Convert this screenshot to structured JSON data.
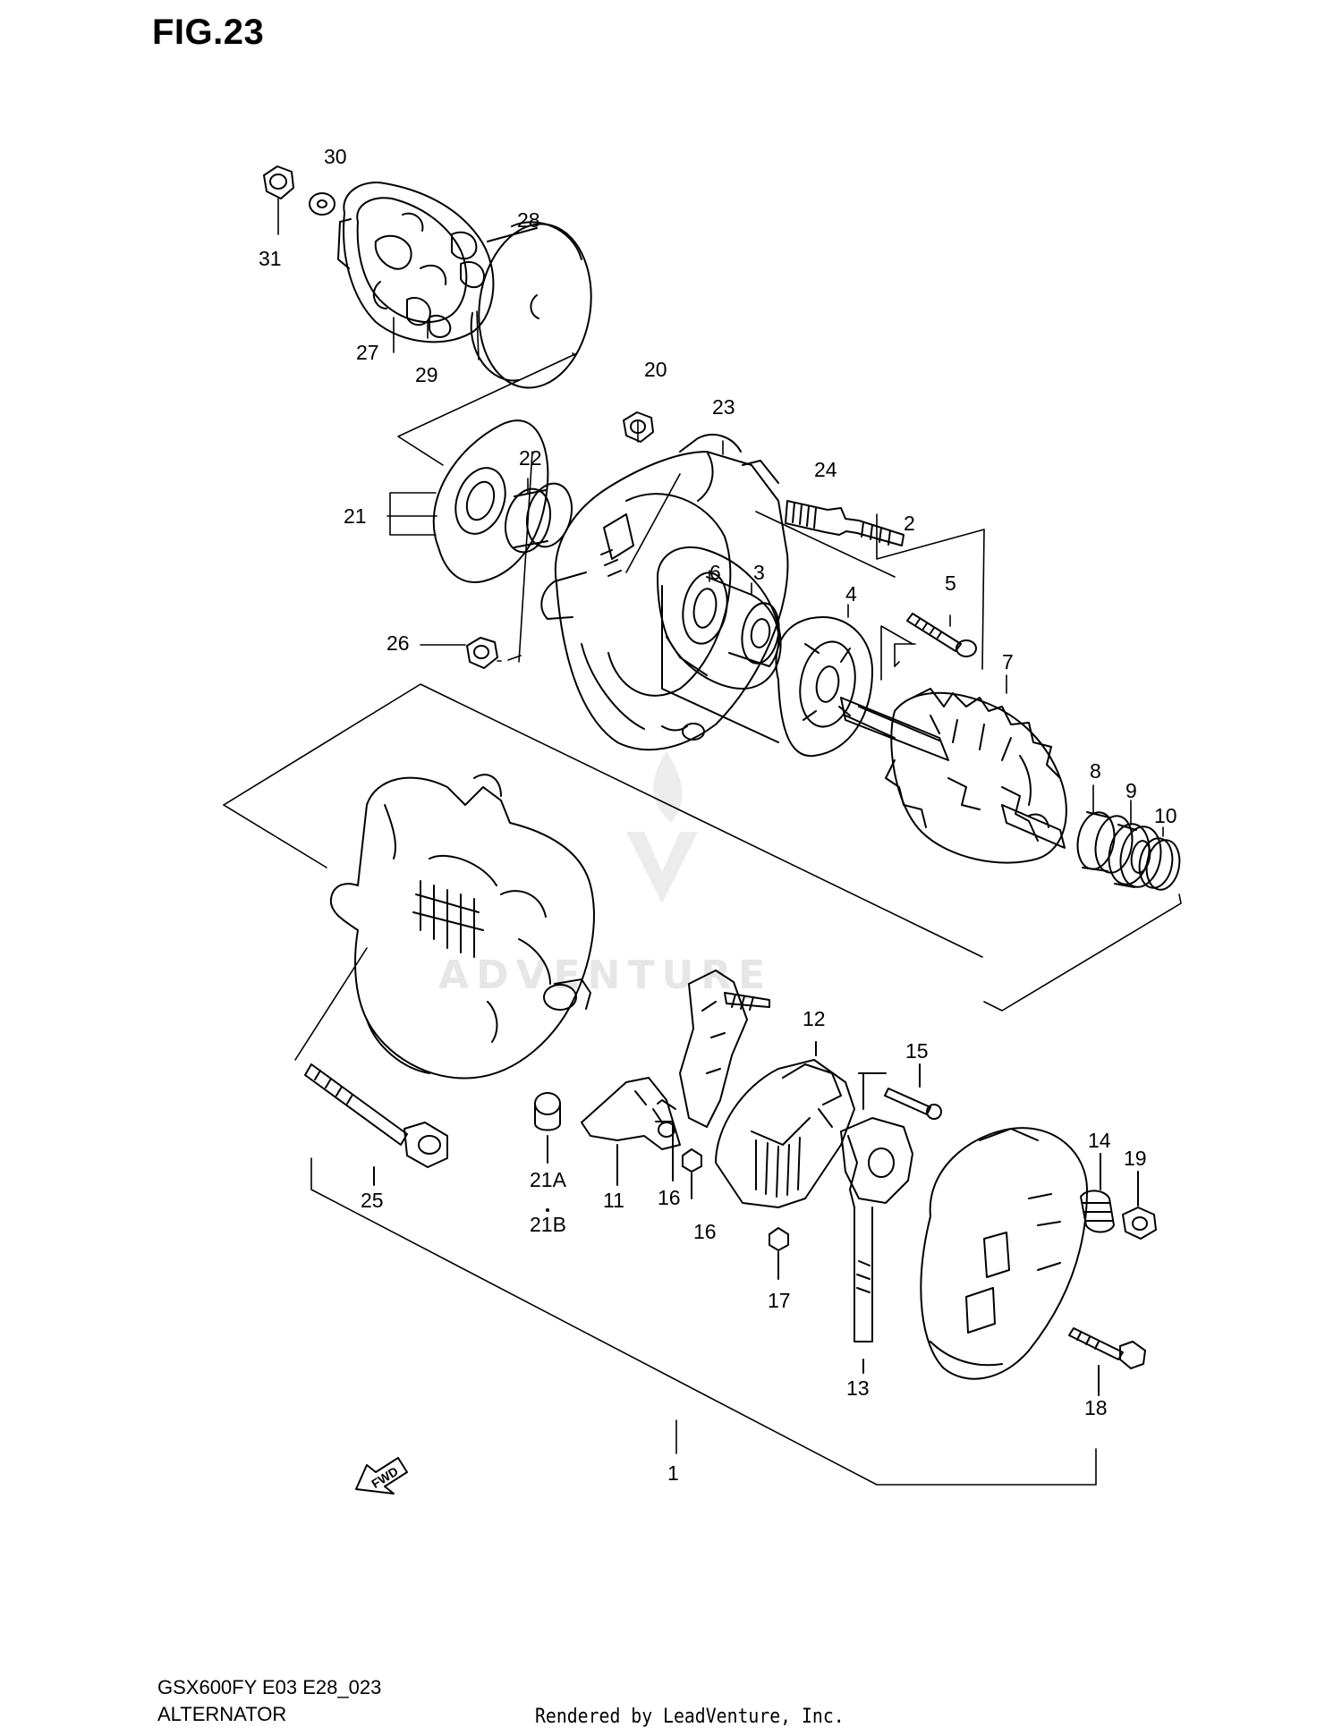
{
  "figure": {
    "title": "FIG.23",
    "model_code": "GSX600FY E03 E28_023",
    "section_name": "ALTERNATOR",
    "rendered_by": "Rendered by LeadVenture, Inc.",
    "watermark": "ADVENTURE",
    "fwd_label": "FWD"
  },
  "parts": [
    {
      "id": "p1",
      "label": "1"
    },
    {
      "id": "p2",
      "label": "2"
    },
    {
      "id": "p3",
      "label": "3"
    },
    {
      "id": "p4",
      "label": "4"
    },
    {
      "id": "p5",
      "label": "5"
    },
    {
      "id": "p6",
      "label": "6"
    },
    {
      "id": "p7",
      "label": "7"
    },
    {
      "id": "p8",
      "label": "8"
    },
    {
      "id": "p9",
      "label": "9"
    },
    {
      "id": "p10",
      "label": "10"
    },
    {
      "id": "p11",
      "label": "11"
    },
    {
      "id": "p12",
      "label": "12"
    },
    {
      "id": "p13",
      "label": "13"
    },
    {
      "id": "p14",
      "label": "14"
    },
    {
      "id": "p15",
      "label": "15"
    },
    {
      "id": "p16a",
      "label": "16"
    },
    {
      "id": "p16b",
      "label": "16"
    },
    {
      "id": "p17",
      "label": "17"
    },
    {
      "id": "p18",
      "label": "18"
    },
    {
      "id": "p19",
      "label": "19"
    },
    {
      "id": "p20",
      "label": "20"
    },
    {
      "id": "p21",
      "label": "21"
    },
    {
      "id": "p21a",
      "label": "21A"
    },
    {
      "id": "p21b",
      "label": "21B"
    },
    {
      "id": "p22",
      "label": "22"
    },
    {
      "id": "p23",
      "label": "23"
    },
    {
      "id": "p24",
      "label": "24"
    },
    {
      "id": "p25",
      "label": "25"
    },
    {
      "id": "p26",
      "label": "26"
    },
    {
      "id": "p27",
      "label": "27"
    },
    {
      "id": "p28",
      "label": "28"
    },
    {
      "id": "p29",
      "label": "29"
    },
    {
      "id": "p30",
      "label": "30"
    },
    {
      "id": "p31",
      "label": "31"
    }
  ]
}
